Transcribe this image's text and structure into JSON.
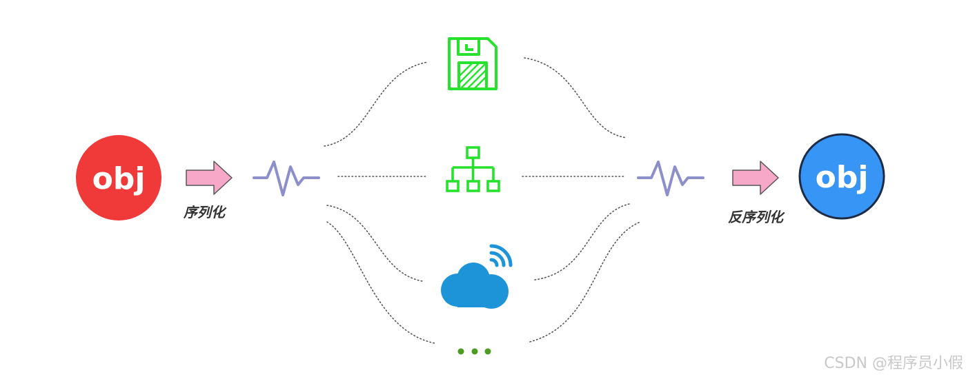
{
  "source_object": {
    "label": "obj",
    "color": "#f03a3a"
  },
  "target_object": {
    "label": "obj",
    "color": "#3796f5"
  },
  "serialize_label": "序列化",
  "deserialize_label": "反序列化",
  "arrow_color": "#f7a8c8",
  "wave_color": "#8c8fc9",
  "storage_media": [
    {
      "icon": "floppy-disk-icon",
      "color": "#26e22d"
    },
    {
      "icon": "network-hierarchy-icon",
      "color": "#26e22d"
    },
    {
      "icon": "cloud-wireless-icon",
      "color": "#1e94d8"
    },
    {
      "icon": "more-dots-icon",
      "color": "#4b9c1f"
    }
  ],
  "watermark": "CSDN @程序员小假"
}
